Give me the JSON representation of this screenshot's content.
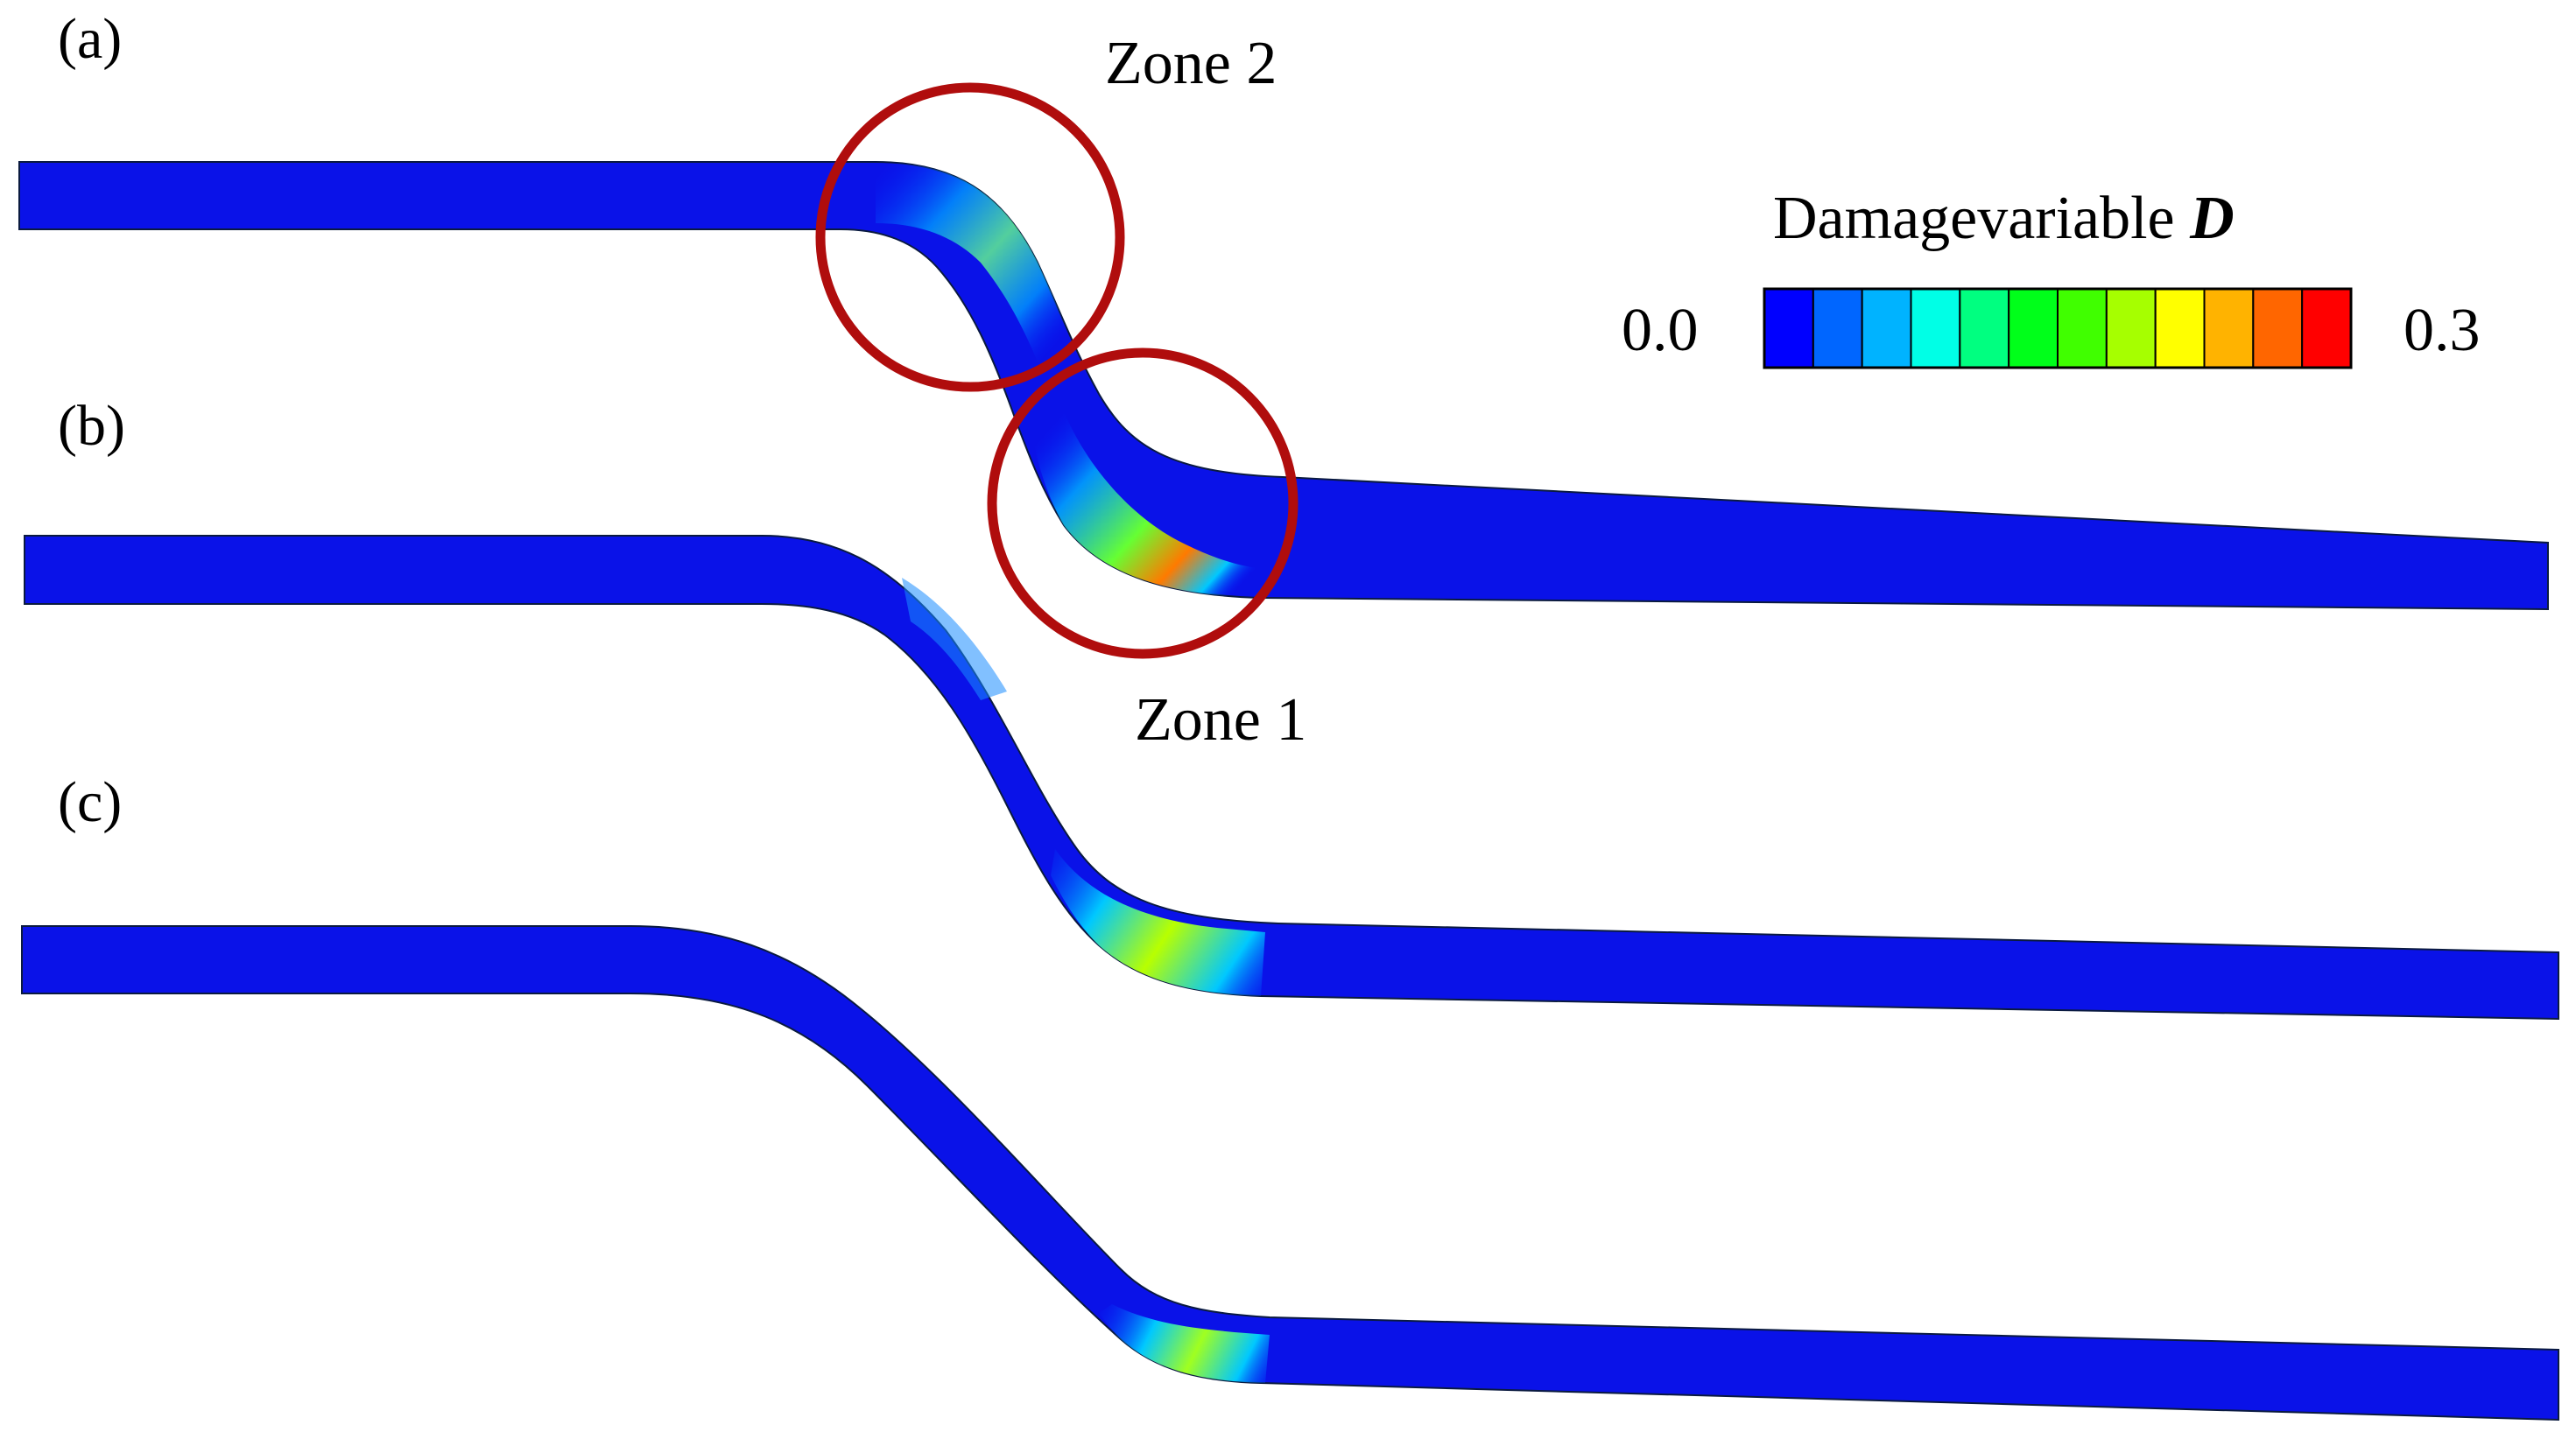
{
  "panels": [
    {
      "label": "(a)"
    },
    {
      "label": "(b)"
    },
    {
      "label": "(c)"
    }
  ],
  "annotations": {
    "zone1": "Zone 1",
    "zone2": "Zone 2",
    "circle_color": "#b00d0d"
  },
  "legend": {
    "title_prefix": "Damagevariable ",
    "title_var": "D",
    "min_label": "0.0",
    "max_label": "0.3",
    "colors": [
      "#0000ff",
      "#0066ff",
      "#00b3ff",
      "#00ffe6",
      "#00ff80",
      "#00ff1a",
      "#40ff00",
      "#a6ff00",
      "#ffff00",
      "#ffb300",
      "#ff6600",
      "#ff0000"
    ]
  },
  "colors": {
    "base": "#0a12e8",
    "outline": "#0a1a40"
  }
}
